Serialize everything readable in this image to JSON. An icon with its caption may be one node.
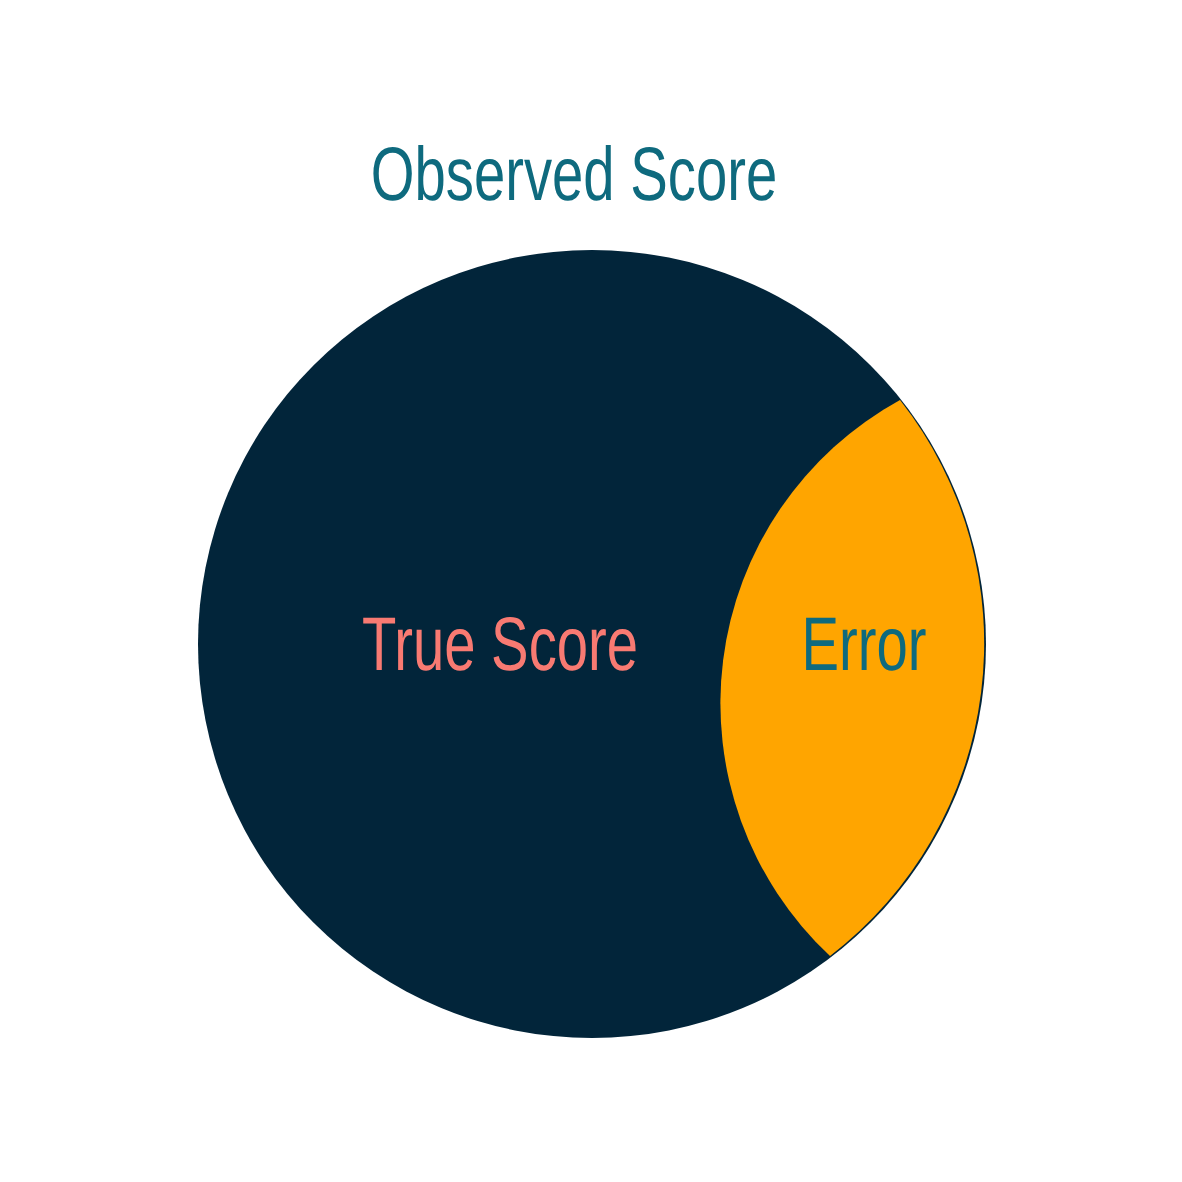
{
  "diagram": {
    "nodes": [
      {
        "text": [
          "Observed Score",
          "True Score"
        ]
      },
      {
        "text": [
          "Error"
        ],
        "in": 0
      }
    ]
  }
}
